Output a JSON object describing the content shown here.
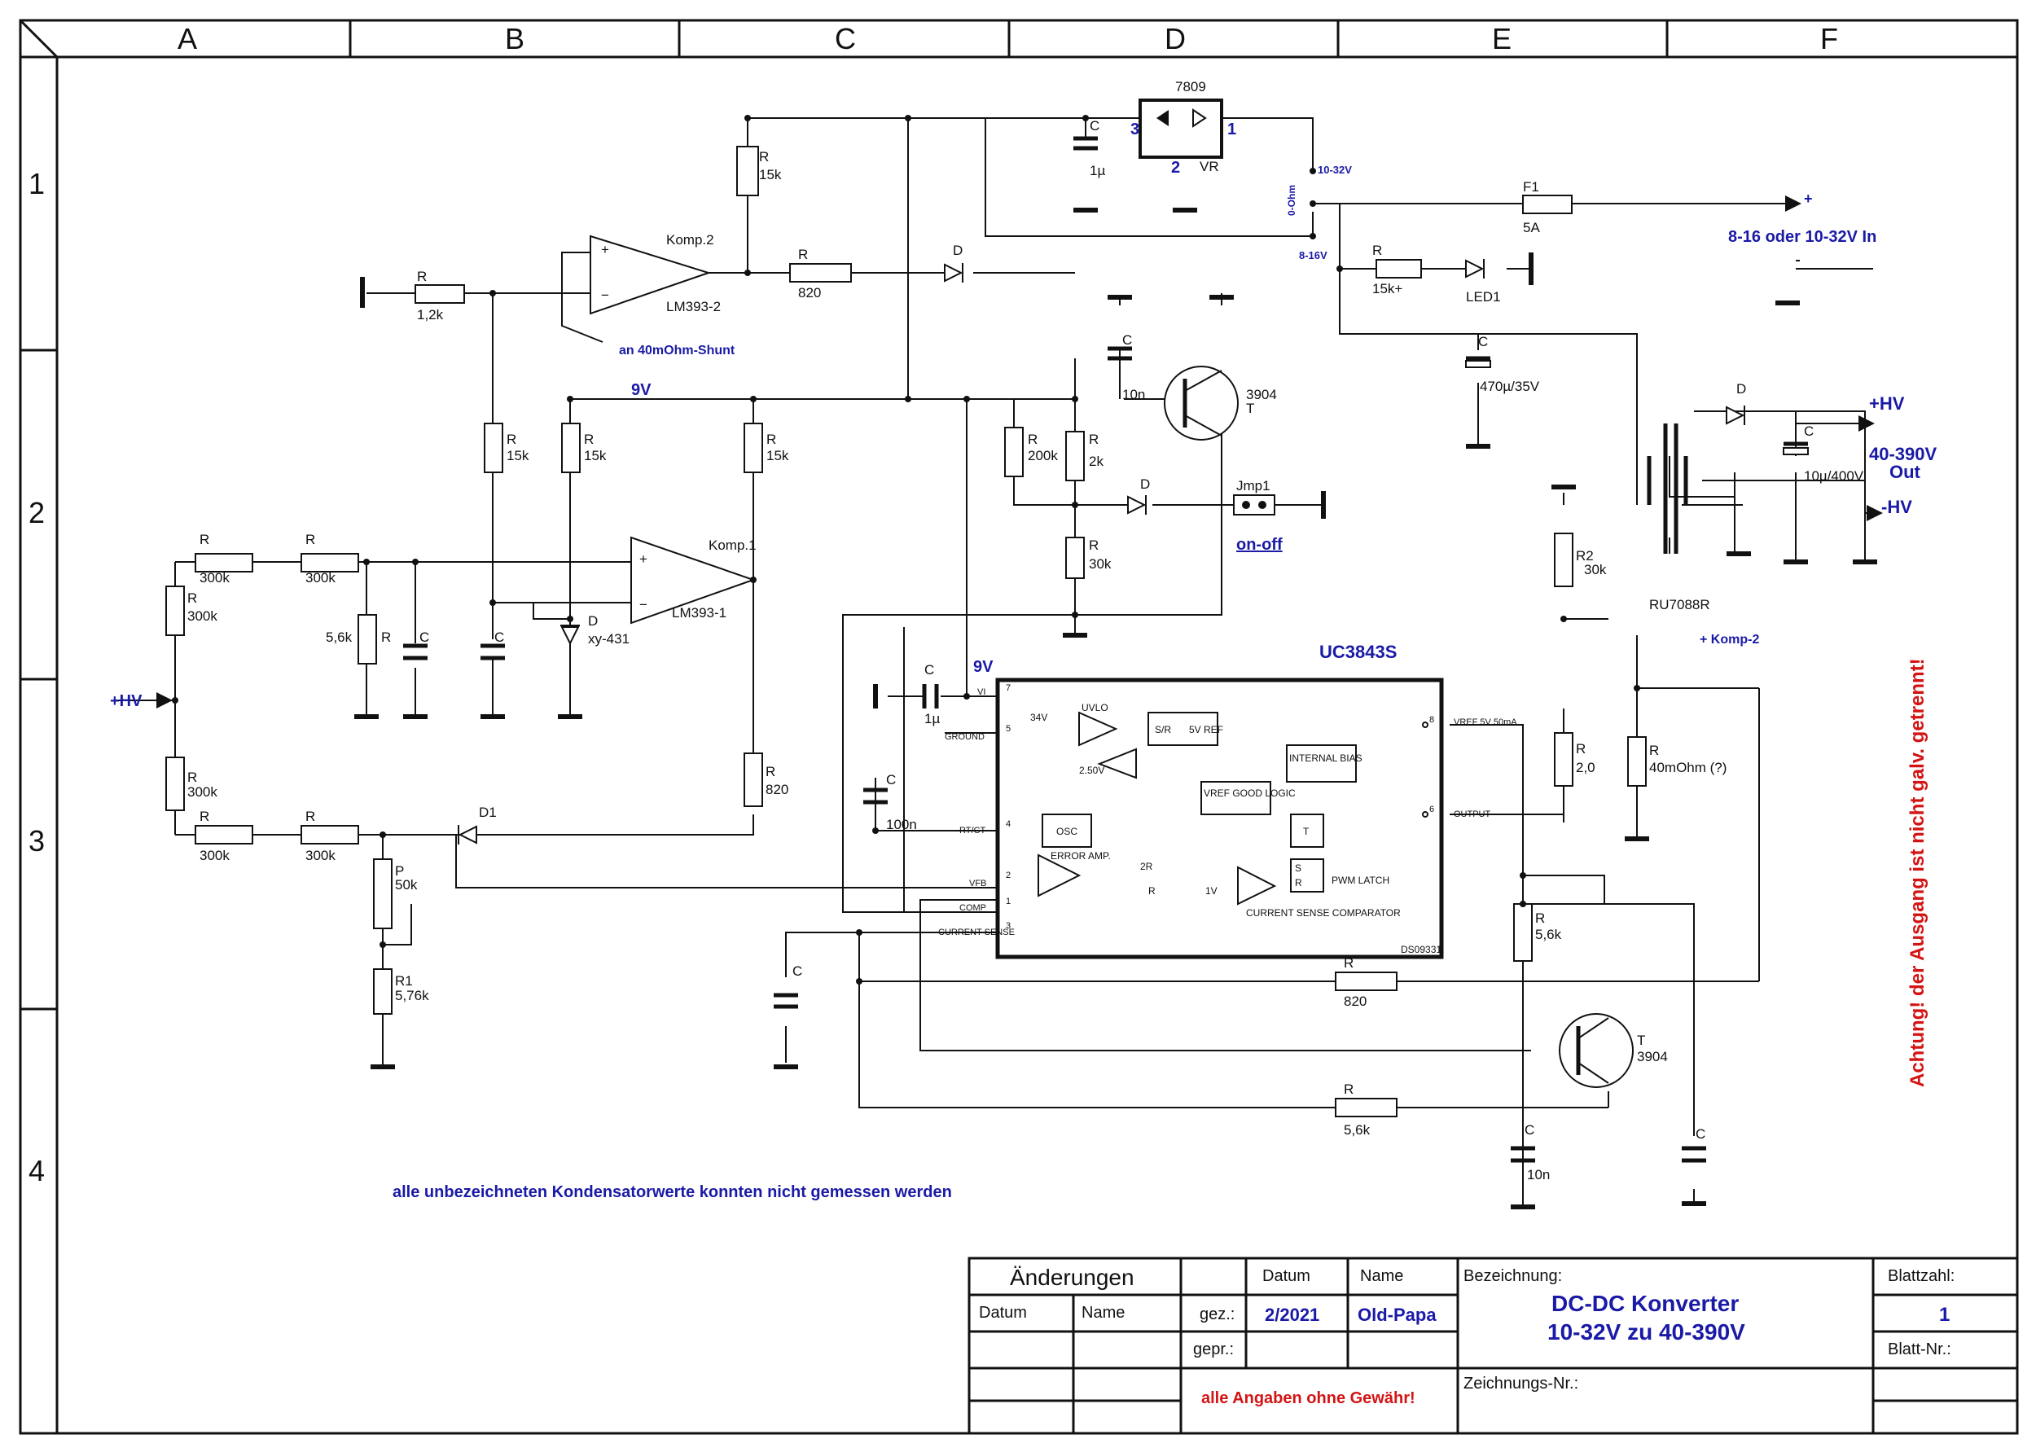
{
  "frame": {
    "columns": [
      "A",
      "B",
      "C",
      "D",
      "E",
      "F"
    ],
    "rows": [
      "1",
      "2",
      "3",
      "4"
    ]
  },
  "colors": {
    "blue": "#1a1aa6",
    "red": "#d41414",
    "ink": "#111111"
  },
  "regulator": {
    "name": "7809",
    "pin_in": "3",
    "pin_gnd": "2",
    "pin_out": "1",
    "type": "VR"
  },
  "input_section": {
    "c_label": "C",
    "c_value": "1µ",
    "fuse_name": "F1",
    "fuse_value": "5A",
    "switch_upper": "10-32V",
    "switch_lower": "8-16V",
    "switch_mid": "0-Ohm",
    "input_plus": "+",
    "input_label": "8-16 oder 10-32V In",
    "led_r": "R",
    "led_r_value": "15k+",
    "led_name": "LED1",
    "bulk_c": "C",
    "bulk_c_value": "470µ/35V"
  },
  "komp2": {
    "name": "Komp.2",
    "type": "LM393-2",
    "r_in": "R",
    "r_in_value": "1,2k",
    "r_pull": "R",
    "r_pull_value": "15k",
    "r_out": "R",
    "r_out_value": "820",
    "diode": "D",
    "shunt_note": "an 40mOhm-Shunt"
  },
  "rail_9v": "9V",
  "transistor_top": {
    "c": "C",
    "c_value": "10n",
    "name": "3904",
    "type": "T",
    "r1": "R",
    "r1_value": "200k",
    "r2": "R",
    "r2_value": "2k",
    "r3": "R",
    "r3_value": "30k",
    "diode": "D",
    "jumper": "Jmp1",
    "jumper_label": "on-off"
  },
  "komp1": {
    "name": "Komp.1",
    "type": "LM393-1",
    "r_a": "R",
    "r_a_value": "15k",
    "r_b": "R",
    "r_b_value": "15k",
    "r_c": "R",
    "r_c_value": "15k",
    "ref": "D",
    "ref_type": "xy-431",
    "c": "C",
    "div_r_label": "R",
    "div_r_value": "5,6k",
    "div_c": "C"
  },
  "hv_divider": {
    "hv_in": "+HV",
    "r1": "R",
    "r1_value": "300k",
    "r2": "R",
    "r2_value": "300k",
    "r3": "R",
    "r3_value": "300k",
    "r4": "R",
    "r4_value": "300k",
    "r5": "R",
    "r5_value": "300k",
    "r6": "R",
    "r6_value": "300k",
    "pot": "P",
    "pot_value": "50k",
    "rfix": "R1",
    "rfix_value": "5,76k",
    "diode": "D1",
    "r_fb": "R",
    "r_fb_value": "820"
  },
  "uc3843": {
    "title": "UC3843S",
    "vcc": "9V",
    "c_in": "C",
    "c_in_value": "1µ",
    "c_rt": "C",
    "c_rt_value": "100n",
    "pins": [
      "VI",
      "GROUND",
      "RT/CT",
      "VFB",
      "COMP",
      "CURRENT SENSE",
      "VREF 5V 50mA",
      "OUTPUT"
    ],
    "pin_nums": [
      "7",
      "5",
      "4",
      "2",
      "1",
      "3",
      "8",
      "6"
    ],
    "blocks": {
      "uvlo": "UVLO",
      "sr": "S/R",
      "ref": "5V REF",
      "zener": "34V",
      "v250": "2.50V",
      "internal_bias": "INTERNAL BIAS",
      "vref_good": "VREF GOOD LOGIC",
      "osc": "OSC",
      "error_amp": "ERROR AMP.",
      "r2r": "2R",
      "r": "R",
      "v1": "1V",
      "current_sense": "CURRENT SENSE COMPARATOR",
      "pwm_latch": "PWM LATCH",
      "t": "T",
      "s": "S",
      "rr": "R",
      "sheet": "DS09331"
    },
    "sense_c": "C"
  },
  "output_stage": {
    "r2": "R2",
    "r2_value": "30k",
    "mosfet": "RU7088R",
    "r_gate": "R",
    "r_gate_value": "2,0",
    "shunt": "R",
    "shunt_value": "40mOhm (?)",
    "komp2_tap": "+ Komp-2",
    "diode": "D",
    "c_out": "C",
    "c_out_value": "10µ/400V",
    "hv_plus": "+HV",
    "hv_range": "40-390V",
    "hv_out": "Out",
    "hv_minus": "-HV",
    "warning": "Achtung! der Ausgang ist nicht galv. getrennt!"
  },
  "slope_comp": {
    "r_a": "R",
    "r_a_value": "5,6k",
    "r_b": "R",
    "r_b_value": "820",
    "r_c": "R",
    "r_c_value": "5,6k",
    "transistor": "T",
    "transistor_type": "3904",
    "c1": "C",
    "c1_value": "10n",
    "c2": "C"
  },
  "note": "alle unbezeichneten Kondensatorwerte konnten nicht gemessen werden",
  "title_block": {
    "changes": "Änderungen",
    "date_head": "Datum",
    "name_head": "Name",
    "col_date": "Datum",
    "col_name": "Name",
    "drawn": "gez.:",
    "checked": "gepr.:",
    "date": "2/2021",
    "author": "Old-Papa",
    "designation_label": "Bezeichnung:",
    "designation_line1": "DC-DC Konverter",
    "designation_line2": "10-32V zu 40-390V",
    "sheets_label": "Blattzahl:",
    "sheets": "1",
    "sheet_no_label": "Blatt-Nr.:",
    "drawing_no_label": "Zeichnungs-Nr.:",
    "disclaimer": "alle Angaben ohne Gewähr!"
  }
}
